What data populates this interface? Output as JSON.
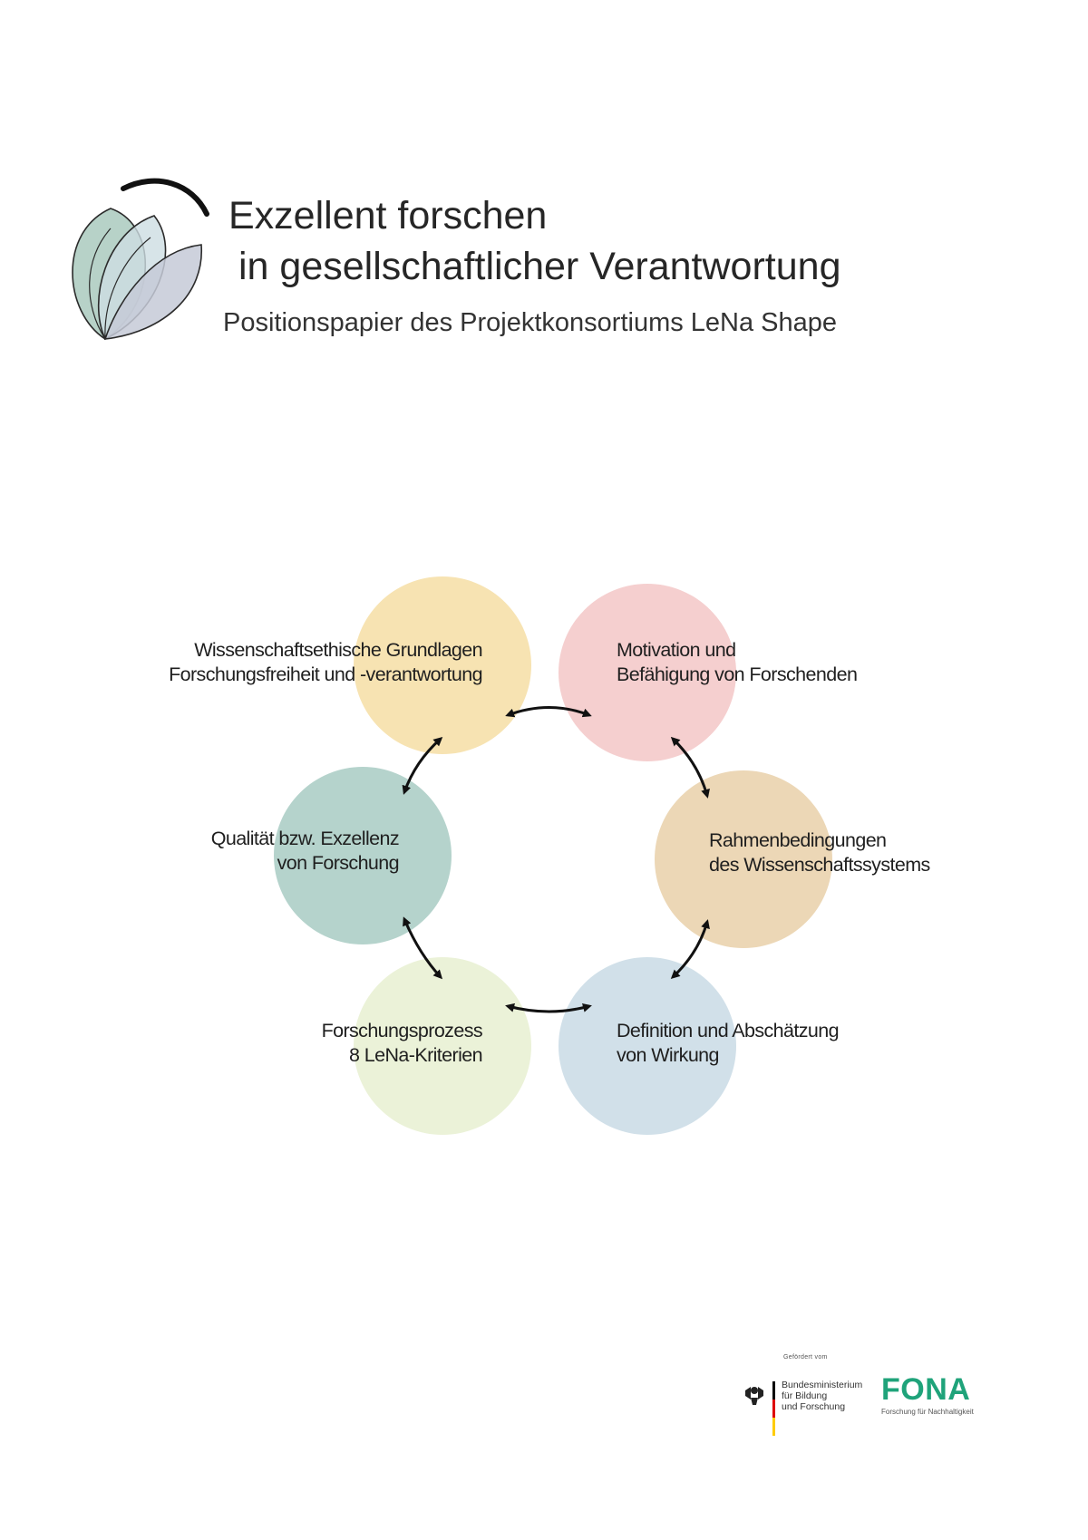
{
  "header": {
    "title_line1": "Exzellent forschen",
    "title_line2": "in gesellschaftlicher Verantwortung",
    "subtitle": "Positionspapier des Projektkonsortiums LeNa Shape"
  },
  "logo": {
    "icon": "lena-leaf-logo-icon",
    "colors": [
      "#9cc0b3",
      "#c9d8df",
      "#c4c9d6",
      "#222222"
    ]
  },
  "cycle": {
    "nodes": [
      {
        "lines": [
          "Wissenschaftsethische Grundlagen",
          "Forschungsfreiheit und -verantwortung"
        ],
        "color": "#f7e3b2"
      },
      {
        "lines": [
          "Motivation und",
          "Befähigung von Forschenden"
        ],
        "color": "#f5cfcf"
      },
      {
        "lines": [
          "Rahmenbedingungen",
          "des Wissenschaftssystems"
        ],
        "color": "#ecd7b6"
      },
      {
        "lines": [
          "Definition und Abschätzung",
          "von Wirkung"
        ],
        "color": "#d1e0e9"
      },
      {
        "lines": [
          "Forschungsprozess",
          "8 LeNa-Kriterien"
        ],
        "color": "#ebf2d8"
      },
      {
        "lines": [
          "Qualität bzw. Exzellenz",
          "von Forschung"
        ],
        "color": "#b5d3cc"
      }
    ],
    "connector": "double-arrow-icon"
  },
  "funding": {
    "funded_by": "Gefördert vom",
    "ministry_lines": [
      "Bundesministerium",
      "für Bildung",
      "und Forschung"
    ],
    "fona": "FONA",
    "fona_sub": "Forschung für Nachhaltigkeit",
    "icons": [
      "federal-eagle-icon",
      "german-flag-bar-icon"
    ]
  }
}
